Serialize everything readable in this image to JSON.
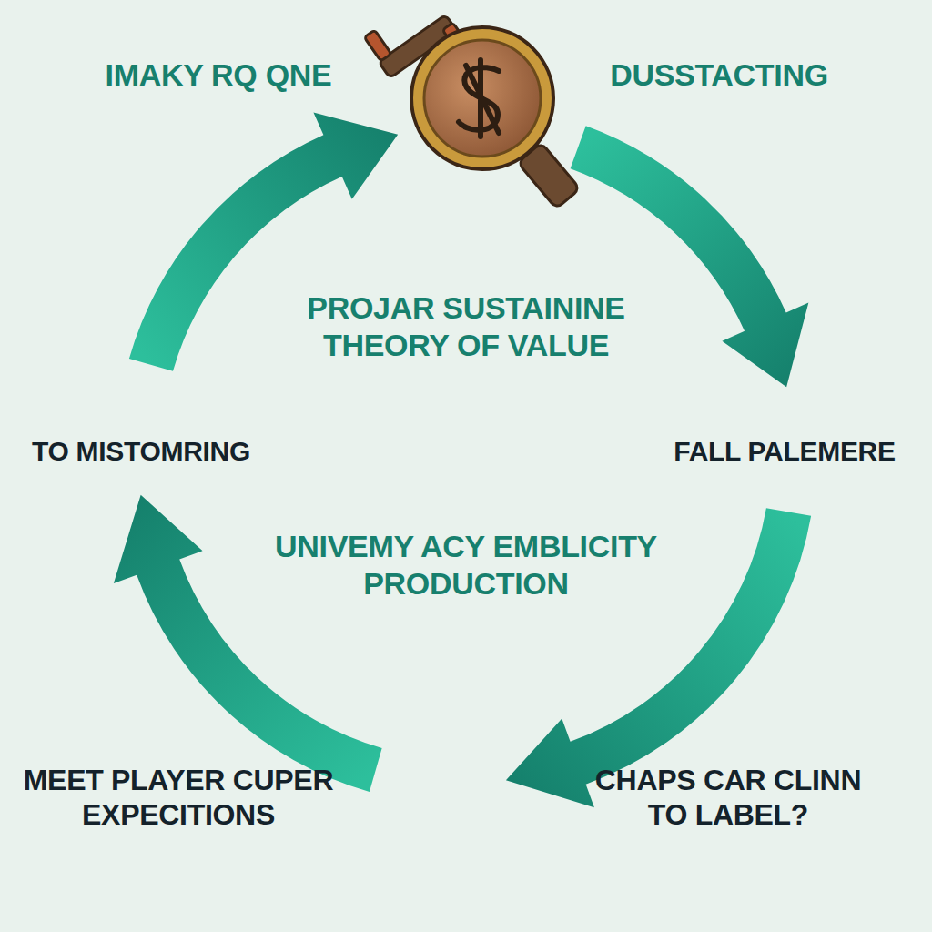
{
  "diagram": {
    "labels": [
      "IMAKY RQ QNE",
      "DUSSTACTING",
      "PROJAR SUSTAININE THEORY OF VALUE",
      "TO MISTOMRING",
      "FALL PALEMERE",
      "UNIVEMY ACY EMBLICITY PRODUCTION",
      "MEET PLAYER CUPER EXPECITIONS",
      "CHAPS CAR CLINN TO LABEL?"
    ]
  }
}
